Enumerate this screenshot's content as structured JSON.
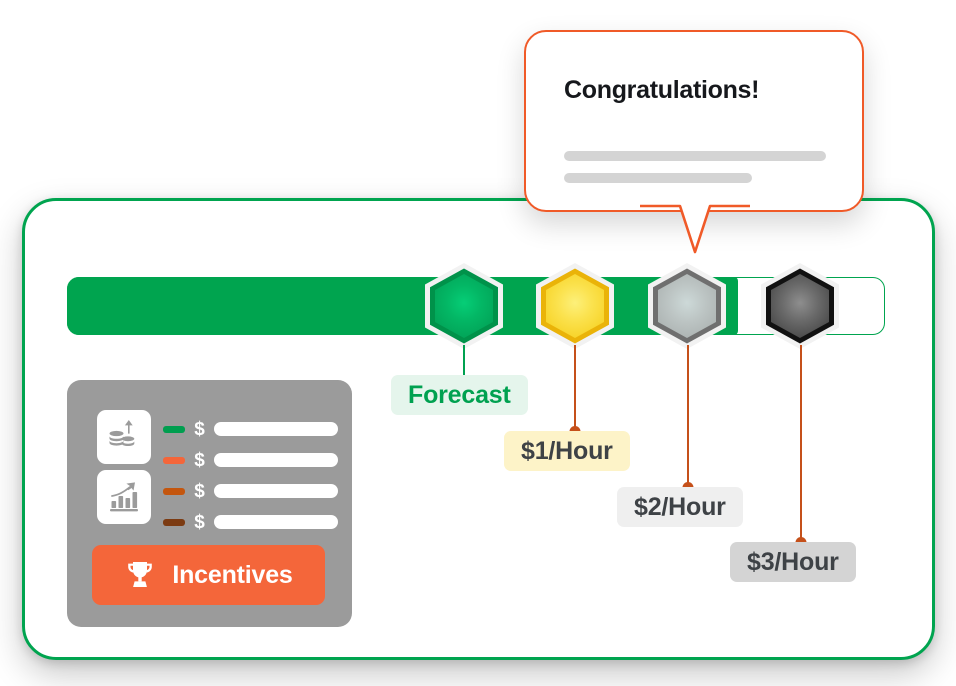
{
  "callout": {
    "title": "Congratulations!",
    "border_color": "#f05a28",
    "skeleton_lines": 2
  },
  "progress": {
    "fill_percent": 82,
    "track_color": "#ffffff",
    "fill_color": "#00a44f",
    "border_color": "#00a44f"
  },
  "milestones": [
    {
      "name": "forecast",
      "badge_color": "#03b765",
      "badge_type": "emerald-hexagon",
      "label": "Forecast",
      "label_bg": "#e5f5ec",
      "label_color": "#00a150",
      "connector_color": "#00a150"
    },
    {
      "name": "tier-1",
      "badge_color": "#fbe24e",
      "badge_type": "gold-hexagon",
      "label": "$1/Hour",
      "label_bg": "#fdf3c8",
      "label_color": "#3e4246",
      "connector_color": "#c5501a"
    },
    {
      "name": "tier-2",
      "badge_color": "#bcc4c3",
      "badge_type": "silver-hexagon",
      "label": "$2/Hour",
      "label_bg": "#efefef",
      "label_color": "#3e4246",
      "connector_color": "#c5501a"
    },
    {
      "name": "tier-3",
      "badge_color": "#3a3a3a",
      "badge_type": "onyx-hexagon",
      "label": "$3/Hour",
      "label_bg": "#d4d4d4",
      "label_color": "#3e4246",
      "connector_color": "#c5501a"
    }
  ],
  "side_panel": {
    "background": "#9b9b9b",
    "icons": [
      {
        "name": "coins-growth-icon"
      },
      {
        "name": "bar-chart-growth-icon"
      }
    ],
    "meter_rows": [
      {
        "dash_color": "#009e4f",
        "currency": "$"
      },
      {
        "dash_color": "#f4663a",
        "currency": "$"
      },
      {
        "dash_color": "#c4560e",
        "currency": "$"
      },
      {
        "dash_color": "#7c3b12",
        "currency": "$"
      }
    ],
    "incentives_button": {
      "label": "Incentives",
      "background": "#f4663a",
      "icon": "trophy-icon"
    }
  },
  "card": {
    "border_color": "#00a44f"
  }
}
